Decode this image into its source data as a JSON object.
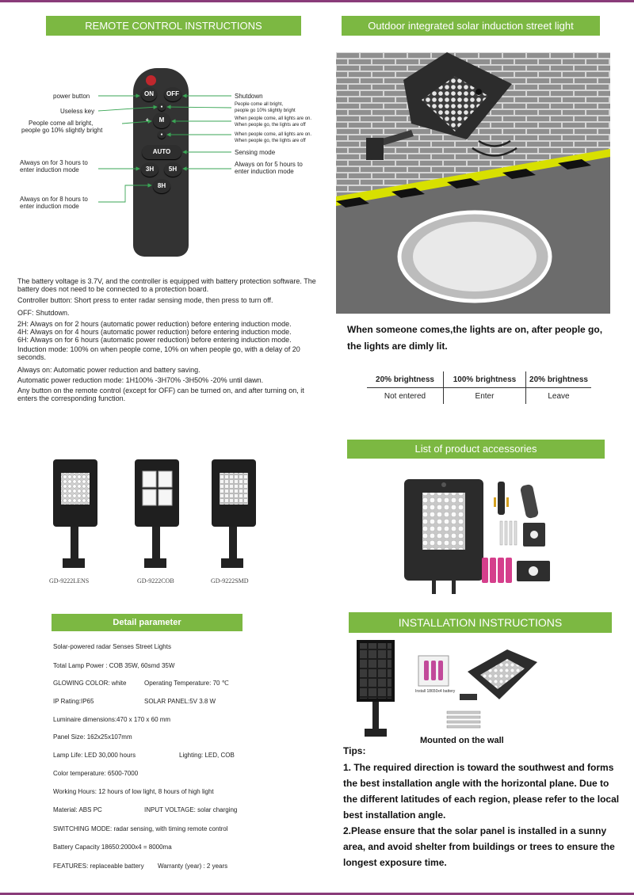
{
  "banners": {
    "remote": "REMOTE CONTROL INSTRUCTIONS",
    "street": "Outdoor integrated solar induction street light",
    "accessories": "List of product accessories",
    "detail": "Detail parameter",
    "install": "INSTALLATION INSTRUCTIONS"
  },
  "remote": {
    "buttons": {
      "on": "ON",
      "off": "OFF",
      "m": "M",
      "plus": "+",
      "auto": "AUTO",
      "h3": "3H",
      "h5": "5H",
      "h8": "8H"
    },
    "left_labels": {
      "power": "power button",
      "useless": "Useless key",
      "bright1": "People come all bright,",
      "bright2": "people go 10% slightly bright",
      "three1": "Always on for 3 hours to",
      "three2": "enter induction mode",
      "eight1": "Always on for 8 hours to",
      "eight2": "enter induction mode"
    },
    "right_labels": {
      "shutdown": "Shutdown",
      "p1a": "People come all bright,",
      "p1b": "people go 10% slightly bright",
      "p2a": "When people come, all lights are on.",
      "p2b": "When people go, the lights are off",
      "p3a": "When people come, all lights are on.",
      "p3b": "When people go, the lights are off",
      "sensing": "Sensing mode",
      "five1": "Always on for 5 hours to",
      "five2": "enter induction mode"
    }
  },
  "description": {
    "p1": "The battery voltage is 3.7V, and the controller is equipped with battery protection software. The battery does not need to be connected to a protection board.",
    "p2": "Controller button: Short press to enter radar sensing mode, then press to turn off.",
    "p3": "OFF: Shutdown.",
    "p4": "2H: Always on for 2 hours (automatic power reduction) before entering induction mode.",
    "p5": "4H: Always on for 4 hours (automatic power reduction) before entering induction mode.",
    "p6": "6H: Always on for 6 hours (automatic power reduction) before entering induction mode.",
    "p7": "Induction mode: 100% on when people come, 10% on when people go, with a delay of 20 seconds.",
    "p8": "Always on: Automatic power reduction and battery saving.",
    "p9": "Automatic power reduction mode: 1H100% -3H70% -3H50% -20% until dawn.",
    "p10": "Any button on the remote control (except for OFF) can be turned on, and after turning on, it enters the corresponding function."
  },
  "street": {
    "caption1": "When someone comes,the lights are on, after people go,",
    "caption2": "the lights are dimly lit."
  },
  "brightness_table": {
    "headers": [
      "20% brightness",
      "100% brightness",
      "20% brightness"
    ],
    "cells": [
      "Not entered",
      "Enter",
      "Leave"
    ]
  },
  "models": [
    "GD-9222LENS",
    "GD-9222COB",
    "GD-9222SMD"
  ],
  "params": {
    "l1": "Solar-powered radar Senses Street Lights",
    "l2": "Total Lamp Power : COB 35W, 60smd 35W",
    "l3a": "GLOWING COLOR: white",
    "l3b": "Operating Temperature: 70 ℃",
    "l4a": "IP Rating:IP65",
    "l4b": "SOLAR PANEL:5V 3.8 W",
    "l5": "Luminaire dimensions:470 x 170 x 60 mm",
    "l6": "Panel Size: 162x25x107mm",
    "l7a": "Lamp Life: LED 30,000 hours",
    "l7b": "Lighting: LED, COB",
    "l8": "Color temperature: 6500-7000",
    "l9": "Working Hours: 12 hours of low light, 8 hours of high light",
    "l10a": "Material: ABS PC",
    "l10b": "INPUT VOLTAGE: solar charging",
    "l11": "SWITCHING MODE: radar sensing, with timing remote control",
    "l12": "Battery Capacity 18650:2000x4 = 8000ma",
    "l13a": "FEATURES: replaceable battery",
    "l13b": "Warranty (year) : 2 years"
  },
  "install": {
    "battery_note": "Install 18650x4 battery",
    "mounted": "Mounted on the wall",
    "tips_title": "Tips:",
    "tip1": "1. The required direction is toward the southwest and forms the best installation angle with the horizontal plane. Due to the different latitudes of each region, please refer to the local best installation angle.",
    "tip2": "2.Please ensure that the solar panel is installed in a sunny area, and avoid shelter from buildings or trees to ensure the longest exposure time."
  },
  "colors": {
    "banner_green": "#7cb842",
    "frame_purple": "#8a3b7a"
  }
}
